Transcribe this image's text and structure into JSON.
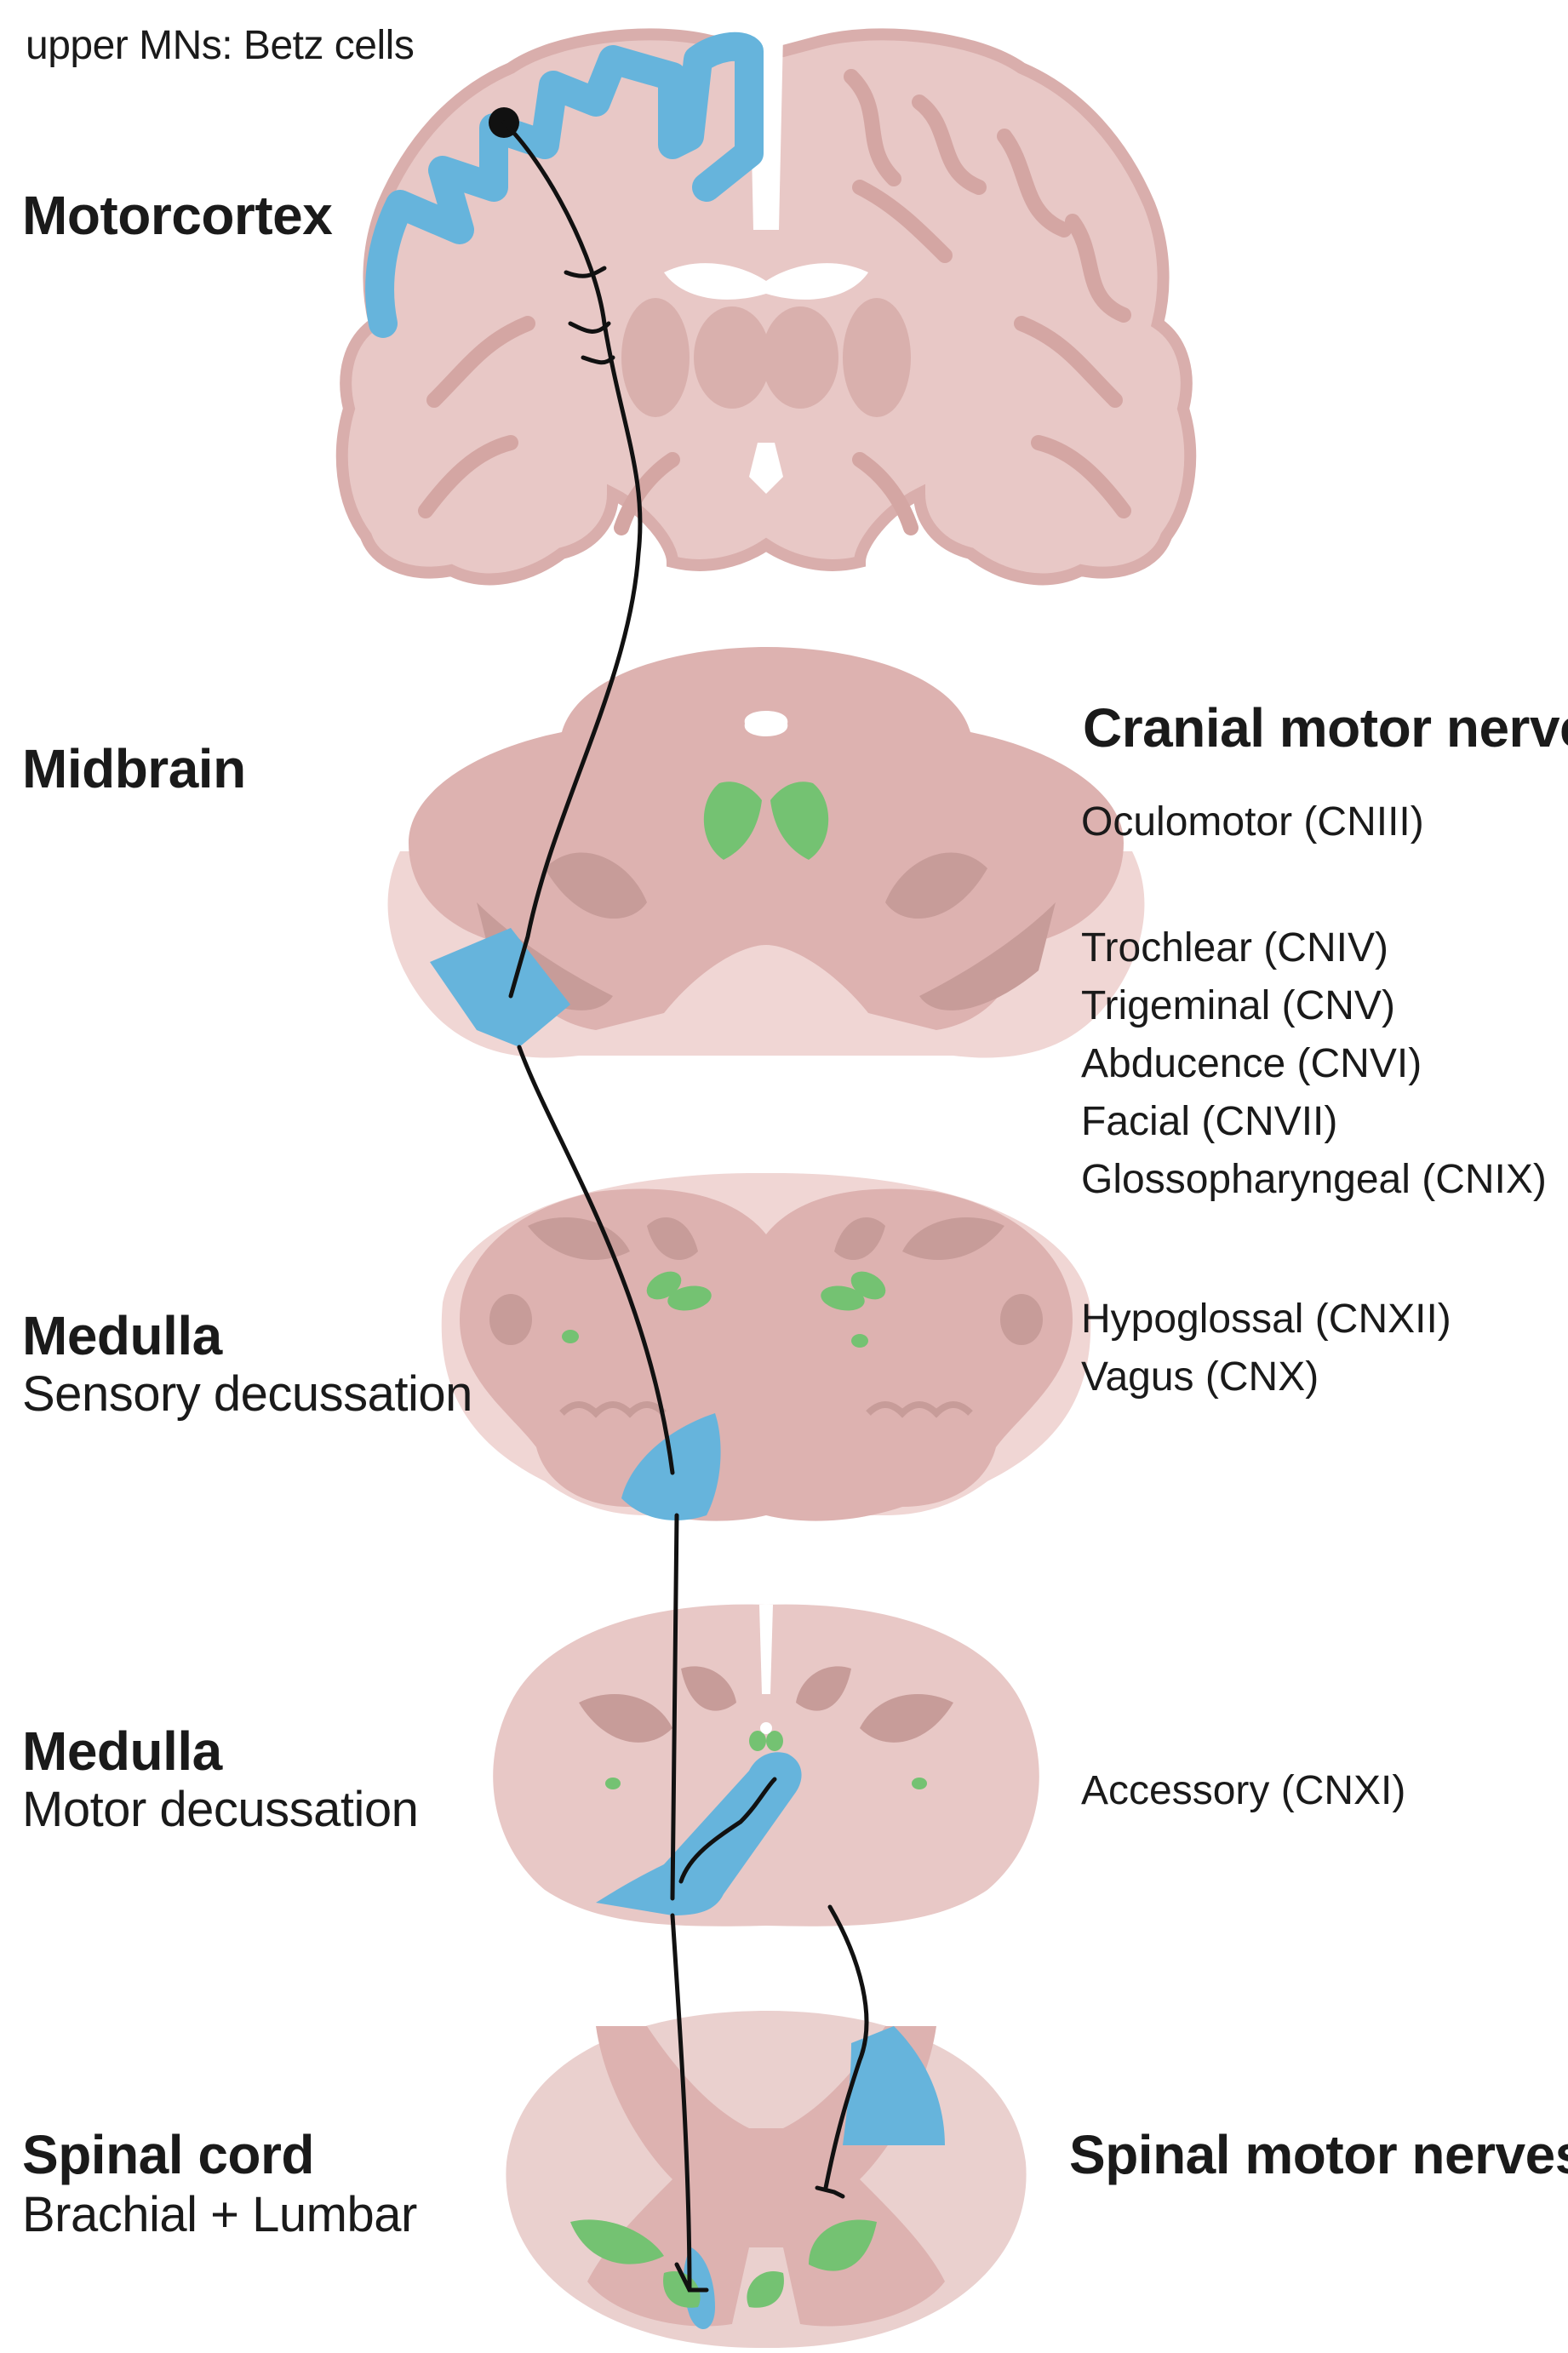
{
  "labels": {
    "upper_mns": "upper MNs: Betz cells",
    "motorcortex": "Motorcortex",
    "midbrain": "Midbrain",
    "medulla_1": "Medulla",
    "medulla_1_sub": "Sensory decussation",
    "medulla_2": "Medulla",
    "medulla_2_sub": "Motor decussation",
    "spinal_cord": "Spinal cord",
    "spinal_cord_sub": "Brachial + Lumbar"
  },
  "cranial": {
    "heading": "Cranial motor nerves",
    "midbrain_nerves": [
      "Oculomotor (CNIII)"
    ],
    "pons_nerves": [
      "Trochlear (CNIV)",
      "Trigeminal (CNV)",
      "Abducence (CNVI)",
      "Facial (CNVII)",
      "Glossopharyngeal (CNIX)"
    ],
    "medulla_nerves": [
      "Hypoglossal (CNXII)",
      "Vagus (CNX)"
    ],
    "motor_decussation_nerves": [
      "Accessory (CNXI)"
    ]
  },
  "spinal": {
    "heading": "Spinal motor nerves"
  },
  "colors": {
    "tissue": "#e8c8c6",
    "tissue_dark": "#d9aeac",
    "gray_matter": "#c9a09d",
    "corticospinal_tract": "#66b4dc",
    "motor_nuclei": "#74c272",
    "pathway": "#111111"
  }
}
